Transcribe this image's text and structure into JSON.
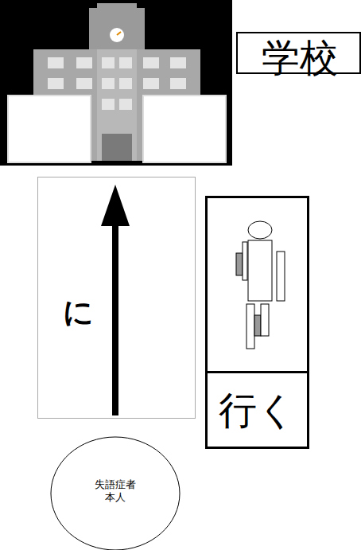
{
  "diagram": {
    "nodes": [
      {
        "text": [
          "学校"
        ]
      },
      {
        "text": [
          "に"
        ]
      },
      {
        "text": [
          "行く"
        ]
      },
      {
        "text": [
          "失語症者 本人"
        ]
      }
    ]
  }
}
